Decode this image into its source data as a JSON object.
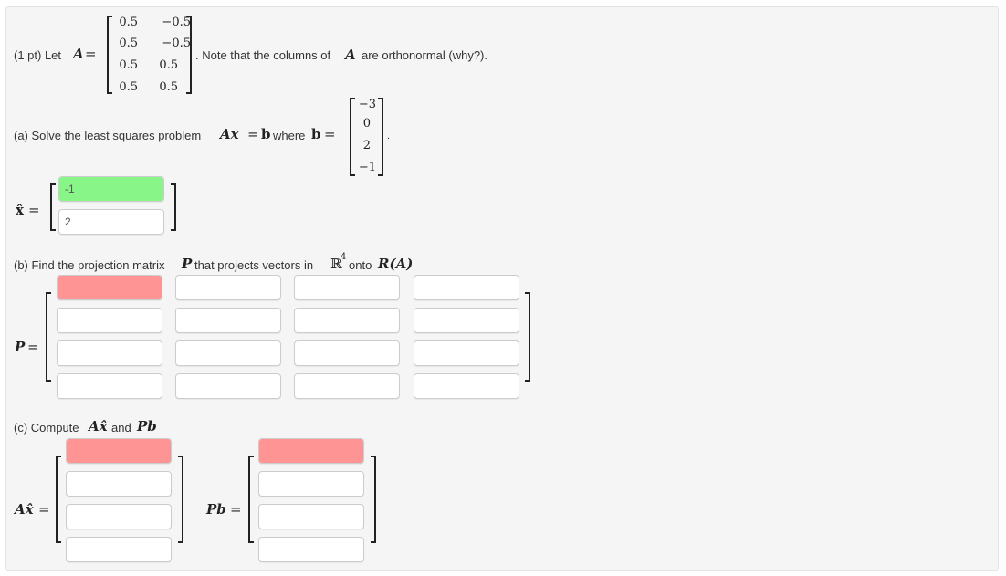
{
  "problem": {
    "points_label": "(1 pt) Let",
    "matrix_A_name": "A",
    "equals": "=",
    "matrix_A": [
      [
        "0.5",
        "−0.5"
      ],
      [
        "0.5",
        "−0.5"
      ],
      [
        "0.5",
        "0.5"
      ],
      [
        "0.5",
        "0.5"
      ]
    ],
    "note_prefix": ". Note that the columns of",
    "note_var": "A",
    "note_suffix": "are orthonormal (why?)."
  },
  "part_a": {
    "prefix": "(a) Solve the least squares problem",
    "eq_lhs": "Ax",
    "eq_eq": "=",
    "eq_rhs": "b",
    "where": "where",
    "b_name": "b",
    "b_eq": "=",
    "vector_b": [
      "−3",
      "0",
      "2",
      "−1"
    ],
    "period": ".",
    "xhat_label": "x̂",
    "xhat_eq": "=",
    "xhat_inputs": [
      {
        "value": "-1",
        "status": "correct",
        "color": "#88f589"
      },
      {
        "value": "2",
        "status": "none"
      }
    ]
  },
  "part_b": {
    "prefix": "(b) Find the projection matrix",
    "var_P": "P",
    "middle": "that projects vectors in",
    "space": "ℝ",
    "space_exp": "4",
    "onto": "onto",
    "range": "R(A)",
    "P_label": "P",
    "P_eq": "=",
    "P_inputs": [
      [
        {
          "value": "",
          "status": "incorrect",
          "color": "#ff9494"
        },
        {
          "value": ""
        },
        {
          "value": ""
        },
        {
          "value": ""
        }
      ],
      [
        {
          "value": ""
        },
        {
          "value": ""
        },
        {
          "value": ""
        },
        {
          "value": ""
        }
      ],
      [
        {
          "value": ""
        },
        {
          "value": ""
        },
        {
          "value": ""
        },
        {
          "value": ""
        }
      ],
      [
        {
          "value": ""
        },
        {
          "value": ""
        },
        {
          "value": ""
        },
        {
          "value": ""
        }
      ]
    ]
  },
  "part_c": {
    "prefix": "(c) Compute",
    "expr1": "Ax̂",
    "and": "and",
    "expr2": "Pb",
    "Ax_label": "Ax̂",
    "Ax_eq": "=",
    "Ax_inputs": [
      {
        "value": "",
        "status": "incorrect",
        "color": "#ff9494"
      },
      {
        "value": ""
      },
      {
        "value": ""
      },
      {
        "value": ""
      }
    ],
    "Pb_label": "Pb",
    "Pb_eq": "=",
    "Pb_inputs": [
      {
        "value": "",
        "status": "incorrect",
        "color": "#ff9494"
      },
      {
        "value": ""
      },
      {
        "value": ""
      },
      {
        "value": ""
      }
    ]
  },
  "icons": {
    "matrix_palette": "grid-icon"
  }
}
